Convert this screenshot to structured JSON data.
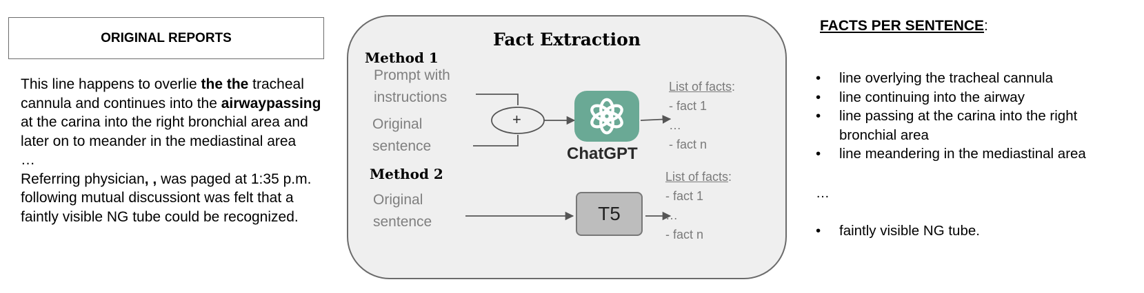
{
  "left": {
    "box_title": "ORIGINAL REPORTS",
    "p1_a": "This line happens to overlie ",
    "p1_b": "the the",
    "p1_c": " tracheal cannula and continues into the ",
    "p1_d": "airwaypassing",
    "p1_e": " at the carina into the right bronchial area and later on to meander in the mediastinal area",
    "ellipsis": "…",
    "p2_a": "Referring physician",
    "p2_b": ", ,",
    "p2_c": " was paged at 1:35 p.m. following mutual discussiont was felt that a faintly visible NG tube could be recognized."
  },
  "center": {
    "title": "Fact Extraction",
    "method1": {
      "label": "Method 1",
      "input1": "Prompt with instructions",
      "input2": "Original sentence",
      "combine_symbol": "+",
      "model": "ChatGPT",
      "facts_head": "List of facts",
      "facts_colon": ":",
      "facts": [
        "- fact 1",
        "…",
        "- fact n"
      ]
    },
    "method2": {
      "label": "Method 2",
      "input": "Original sentence",
      "model": "T5",
      "facts_head": "List of facts",
      "facts_colon": ":",
      "facts": [
        "- fact 1",
        "…",
        "- fact n"
      ]
    }
  },
  "right": {
    "title": "FACTS PER SENTENCE",
    "title_colon": ":",
    "bullet": "•",
    "items": [
      "line overlying the tracheal cannula",
      "line continuing into the airway",
      "line passing at the carina into the right bronchial area",
      "line meandering in the mediastinal area"
    ],
    "ellipsis": "…",
    "last_item": "faintly visible NG tube."
  },
  "colors": {
    "panel_bg": "#efefef",
    "chatgpt_green": "#6aa995",
    "t5_grey": "#bdbdbd",
    "label_grey": "#7f7f7f"
  },
  "icons": [
    "chatgpt-logo-icon"
  ]
}
